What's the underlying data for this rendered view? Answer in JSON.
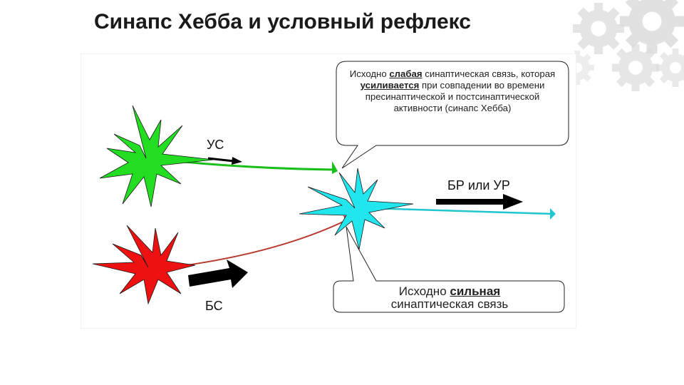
{
  "title": "Синапс Хебба и условный рефлекс",
  "labels": {
    "conditioned_stimulus": "УС",
    "unconditioned_stimulus": "БС",
    "response": "БР или УР"
  },
  "callout_top": {
    "part1": "Исходно ",
    "bold1": "слабая",
    "part2": " синаптическая связь, которая ",
    "bold2": "усиливается",
    "part3": " при совпадении во времени пресинаптической и постсинаптической активности (синапс Хебба)"
  },
  "callout_bottom": {
    "part1": "Исходно ",
    "bold1": "сильная",
    "part2": " синаптическая связь"
  },
  "colors": {
    "green_neuron": "#22dd22",
    "red_neuron": "#ee1111",
    "cyan_neuron": "#22e6ee",
    "arrow": "#000000",
    "axon_red": "#b83a2e"
  },
  "icons": [
    "gears-decoration"
  ]
}
